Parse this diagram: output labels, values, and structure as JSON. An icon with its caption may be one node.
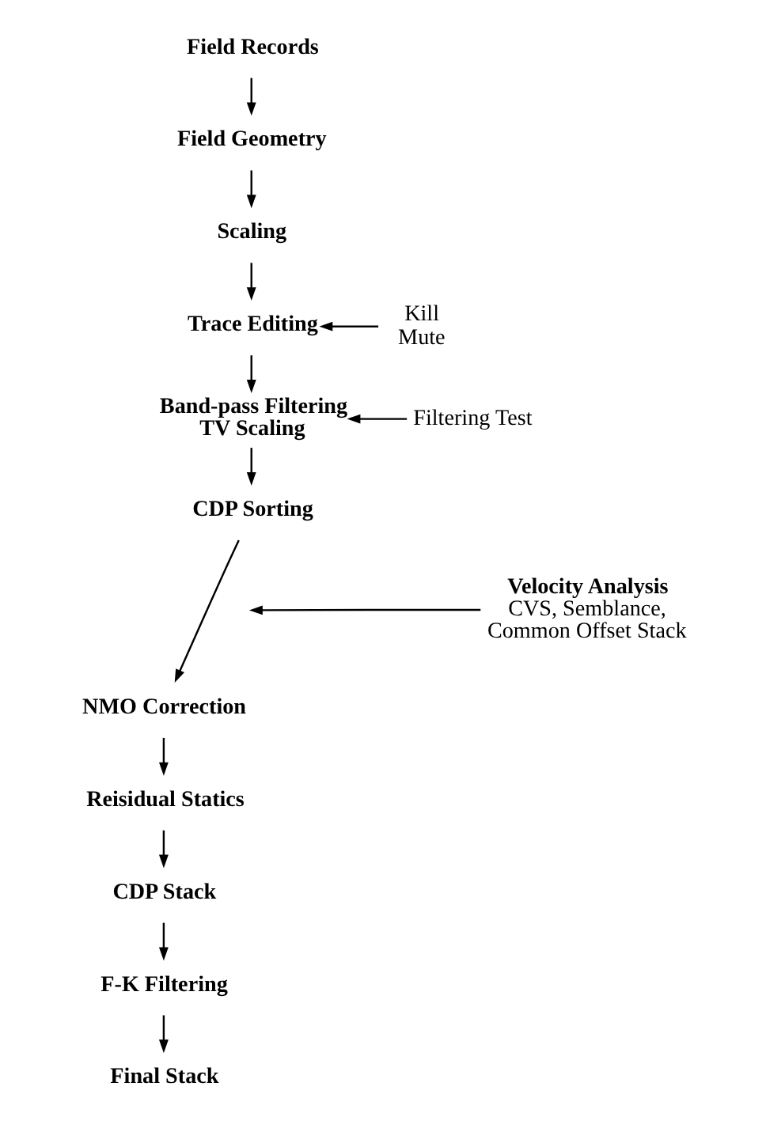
{
  "diagram": {
    "nodes": [
      {
        "text": [
          "Field Records"
        ]
      },
      {
        "text": [
          "Field Geometry"
        ]
      },
      {
        "text": [
          "Scaling"
        ]
      },
      {
        "text": [
          "Trace Editing"
        ]
      },
      {
        "text": [
          "Kill Mute"
        ]
      },
      {
        "text": [
          "Band-pass Filtering TV Scaling"
        ]
      },
      {
        "text": [
          "Filtering Test"
        ]
      },
      {
        "text": [
          "CDP Sorting"
        ]
      },
      {
        "text": [
          "Velocity Analysis",
          "CVS, Semblance, Common Offset Stack"
        ]
      },
      {
        "text": [
          "NMO Correction"
        ]
      },
      {
        "text": [
          "Reisidual Statics"
        ]
      },
      {
        "text": [
          "CDP Stack"
        ]
      },
      {
        "text": [
          "F-K Filtering"
        ]
      },
      {
        "text": [
          "Final Stack"
        ]
      }
    ],
    "edges": [
      {
        "from": 0,
        "to": 1,
        "arrow": "to"
      },
      {
        "from": 1,
        "to": 2,
        "arrow": "to"
      },
      {
        "from": 2,
        "to": 3,
        "arrow": "to"
      },
      {
        "from": 4,
        "to": 3,
        "arrow": "to"
      },
      {
        "from": 3,
        "to": 5,
        "arrow": "to"
      },
      {
        "from": 6,
        "to": 5,
        "arrow": "to"
      },
      {
        "from": 5,
        "to": 7,
        "arrow": "to"
      },
      {
        "from": 7,
        "to": 9,
        "arrow": "to"
      },
      {
        "from": 8,
        "to": null,
        "arrow": "to"
      },
      {
        "from": 9,
        "to": 10,
        "arrow": "to"
      },
      {
        "from": 10,
        "to": 11,
        "arrow": "to"
      },
      {
        "from": 11,
        "to": 12,
        "arrow": "to"
      },
      {
        "from": 12,
        "to": 13,
        "arrow": "to"
      }
    ]
  }
}
